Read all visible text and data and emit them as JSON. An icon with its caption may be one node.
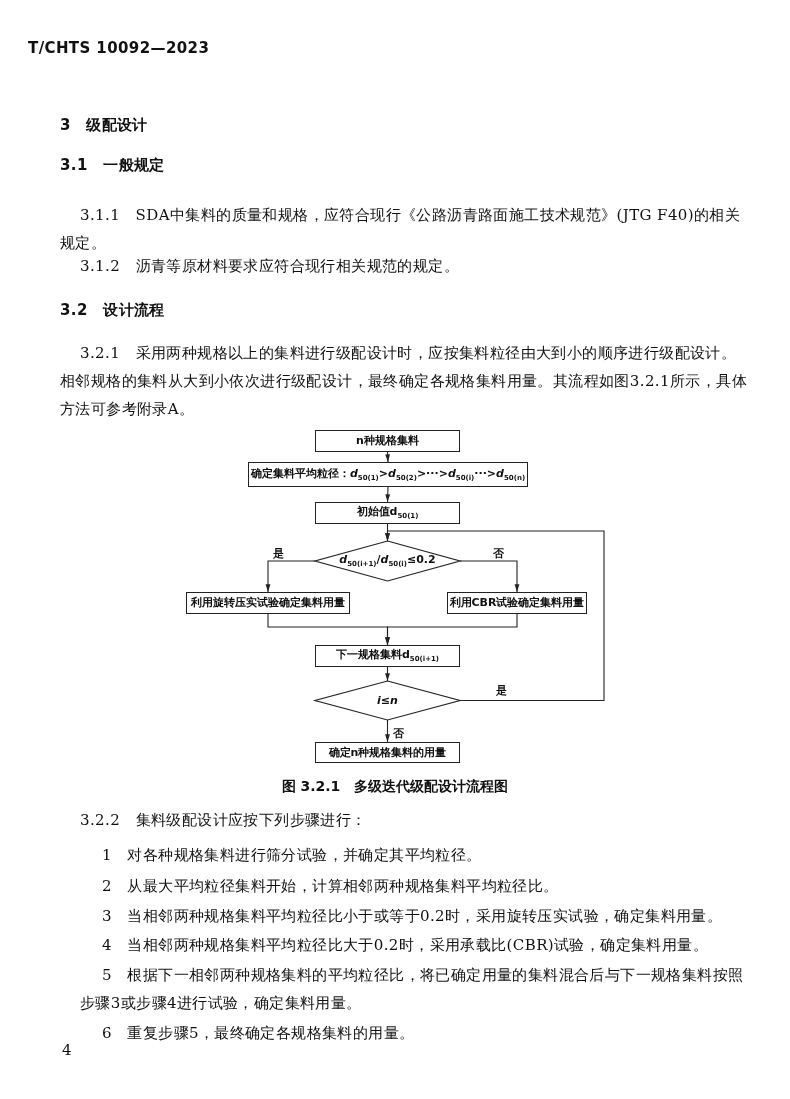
{
  "diagram": {
    "caption": "图 3.2.1　多级迭代级配设计流程图",
    "nodes": [
      {
        "text": [
          "n种规格集料"
        ]
      },
      {
        "text": [
          "确定集料平均粒径：*d*$_{50(1)}$>*d*$_{50(2)}$>···>*d*$_{50(i)}$···>*d*$_{50(n)}$"
        ]
      },
      {
        "text": [
          "初始值d$_{50(1)}$"
        ]
      },
      {
        "text": [
          "*d*$_{50(i+1)}$/*d*$_{50(i)}$≤0.2"
        ]
      },
      {
        "text": [
          "利用旋转压实试验确定集料用量"
        ]
      },
      {
        "text": [
          "利用CBR试验确定集料用量"
        ]
      },
      {
        "text": [
          "下一规格集料d$_{50(i+1)}$"
        ]
      },
      {
        "text": [
          "*i*≤*n*"
        ]
      },
      {
        "text": [
          "确定n种规格集料的用量"
        ]
      }
    ],
    "edges": [
      {
        "from": 0,
        "to": 1,
        "arrow": "to"
      },
      {
        "from": 1,
        "to": 2,
        "arrow": "to"
      },
      {
        "from": 2,
        "to": 3,
        "arrow": "to"
      },
      {
        "from": 3,
        "to": 4,
        "arrow": "to",
        "label": "是"
      },
      {
        "from": 3,
        "to": 5,
        "arrow": "to",
        "label": "否"
      },
      {
        "from": 4,
        "to": 6,
        "arrow": "to"
      },
      {
        "from": 5,
        "to": 6,
        "arrow": "to"
      },
      {
        "from": 6,
        "to": 7,
        "arrow": "to"
      },
      {
        "from": 7,
        "to": 3,
        "arrow": "to",
        "label": "是"
      },
      {
        "from": 7,
        "to": 8,
        "arrow": "to",
        "label": "否"
      }
    ],
    "labels": [
      "T/CHTS 10092—2023",
      "3　级配设计",
      "3.1　一般规定",
      "3.1.1　SDA中集料的质量和规格，应符合现行《公路沥青路面施工技术规范》(JTG F40)的相关规定。",
      "3.1.2　沥青等原材料要求应符合现行相关规范的规定。",
      "3.2　设计流程",
      "3.2.1　采用两种规格以上的集料进行级配设计时，应按集料粒径由大到小的顺序进行级配设计。相邻规格的集料从大到小依次进行级配设计，最终确定各规格集料用量。其流程如图3.2.1所示，具体方法可参考附录A。",
      "3.2.2　集料级配设计应按下列步骤进行：",
      "1　对各种规格集料进行筛分试验，并确定其平均粒径。",
      "2　从最大平均粒径集料开始，计算相邻两种规格集料平均粒径比。",
      "3　当相邻两种规格集料平均粒径比小于或等于0.2时，采用旋转压实试验，确定集料用量。",
      "4　当相邻两种规格集料平均粒径比大于0.2时，采用承载比(CBR)试验，确定集料用量。",
      "5　根据下一相邻两种规格集料的平均粒径比，将已确定用量的集料混合后与下一规格集料按照步骤3或步骤4进行试验，确定集料用量。",
      "6　重复步骤5，最终确定各规格集料的用量。",
      "4"
    ]
  }
}
